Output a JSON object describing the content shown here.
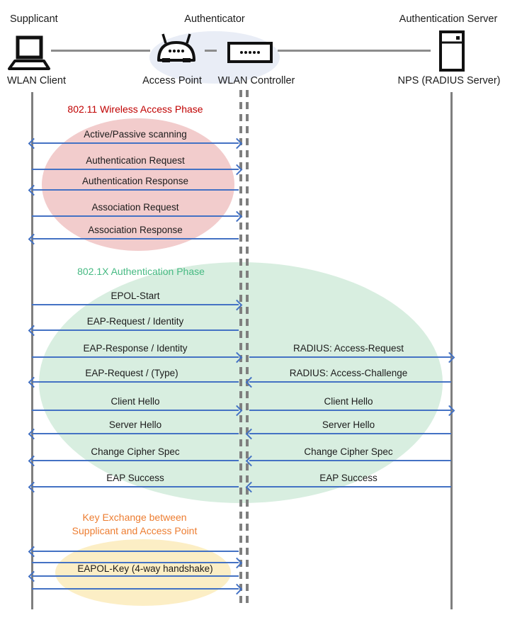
{
  "lanes": {
    "supplicant": {
      "role": "Supplicant",
      "device": "WLAN Client"
    },
    "authenticator": {
      "role": "Authenticator",
      "devices": [
        "Access Point",
        "WLAN Controller"
      ]
    },
    "auth_server": {
      "role": "Authentication Server",
      "device": "NPS (RADIUS Server)"
    }
  },
  "phase1": {
    "title": "802.11 Wireless Access Phase",
    "title_color": "#C00000",
    "ellipse_color": "#F2CCCC",
    "messages": [
      {
        "label": "Active/Passive scanning",
        "direction": "both",
        "from": "WLAN Client",
        "to": "WLAN Controller"
      },
      {
        "label": "Authentication Request",
        "direction": "right",
        "from": "WLAN Client",
        "to": "WLAN Controller"
      },
      {
        "label": "Authentication Response",
        "direction": "left",
        "from": "WLAN Controller",
        "to": "WLAN Client"
      },
      {
        "label": "Association Request",
        "direction": "right",
        "from": "WLAN Client",
        "to": "WLAN Controller"
      },
      {
        "label": "Association Response",
        "direction": "left",
        "from": "WLAN Controller",
        "to": "WLAN Client"
      }
    ]
  },
  "phase2": {
    "title": "802.1X Authentication Phase",
    "title_color": "#47BA83",
    "ellipse_color": "#D8EEE0",
    "messages_client_side": [
      {
        "label": "EPOL-Start",
        "direction": "right"
      },
      {
        "label": "EAP-Request / Identity",
        "direction": "left"
      },
      {
        "label": "EAP-Response / Identity",
        "direction": "right"
      },
      {
        "label": "EAP-Request / (Type)",
        "direction": "left"
      },
      {
        "label": "Client Hello",
        "direction": "right"
      },
      {
        "label": "Server Hello",
        "direction": "left"
      },
      {
        "label": "Change Cipher Spec",
        "direction": "left"
      },
      {
        "label": "EAP Success",
        "direction": "left"
      }
    ],
    "messages_server_side": [
      {
        "label": "RADIUS: Access-Request",
        "direction": "right"
      },
      {
        "label": "RADIUS: Access-Challenge",
        "direction": "left"
      },
      {
        "label": "Client Hello",
        "direction": "right"
      },
      {
        "label": "Server Hello",
        "direction": "left"
      },
      {
        "label": "Change Cipher Spec",
        "direction": "left"
      },
      {
        "label": "EAP Success",
        "direction": "left"
      }
    ]
  },
  "phase3": {
    "title_line1": "Key Exchange between",
    "title_line2": "Supplicant and Access Point",
    "title_color": "#ED7D31",
    "ellipse_color": "#FCEEC5",
    "messages": [
      {
        "label": "",
        "direction": "left"
      },
      {
        "label": "",
        "direction": "right"
      },
      {
        "label": "EAPOL-Key (4-way handshake)",
        "direction": "left"
      },
      {
        "label": "",
        "direction": "right"
      }
    ]
  },
  "colors": {
    "arrow": "#4472C4",
    "lifeline": "#7F7F7F",
    "connector": "#8C8C8C",
    "authenticator_ellipse": "#E9EDF6",
    "icon": "#111111"
  },
  "icons": [
    "laptop-icon",
    "access-point-icon",
    "wlan-controller-icon",
    "server-icon"
  ]
}
